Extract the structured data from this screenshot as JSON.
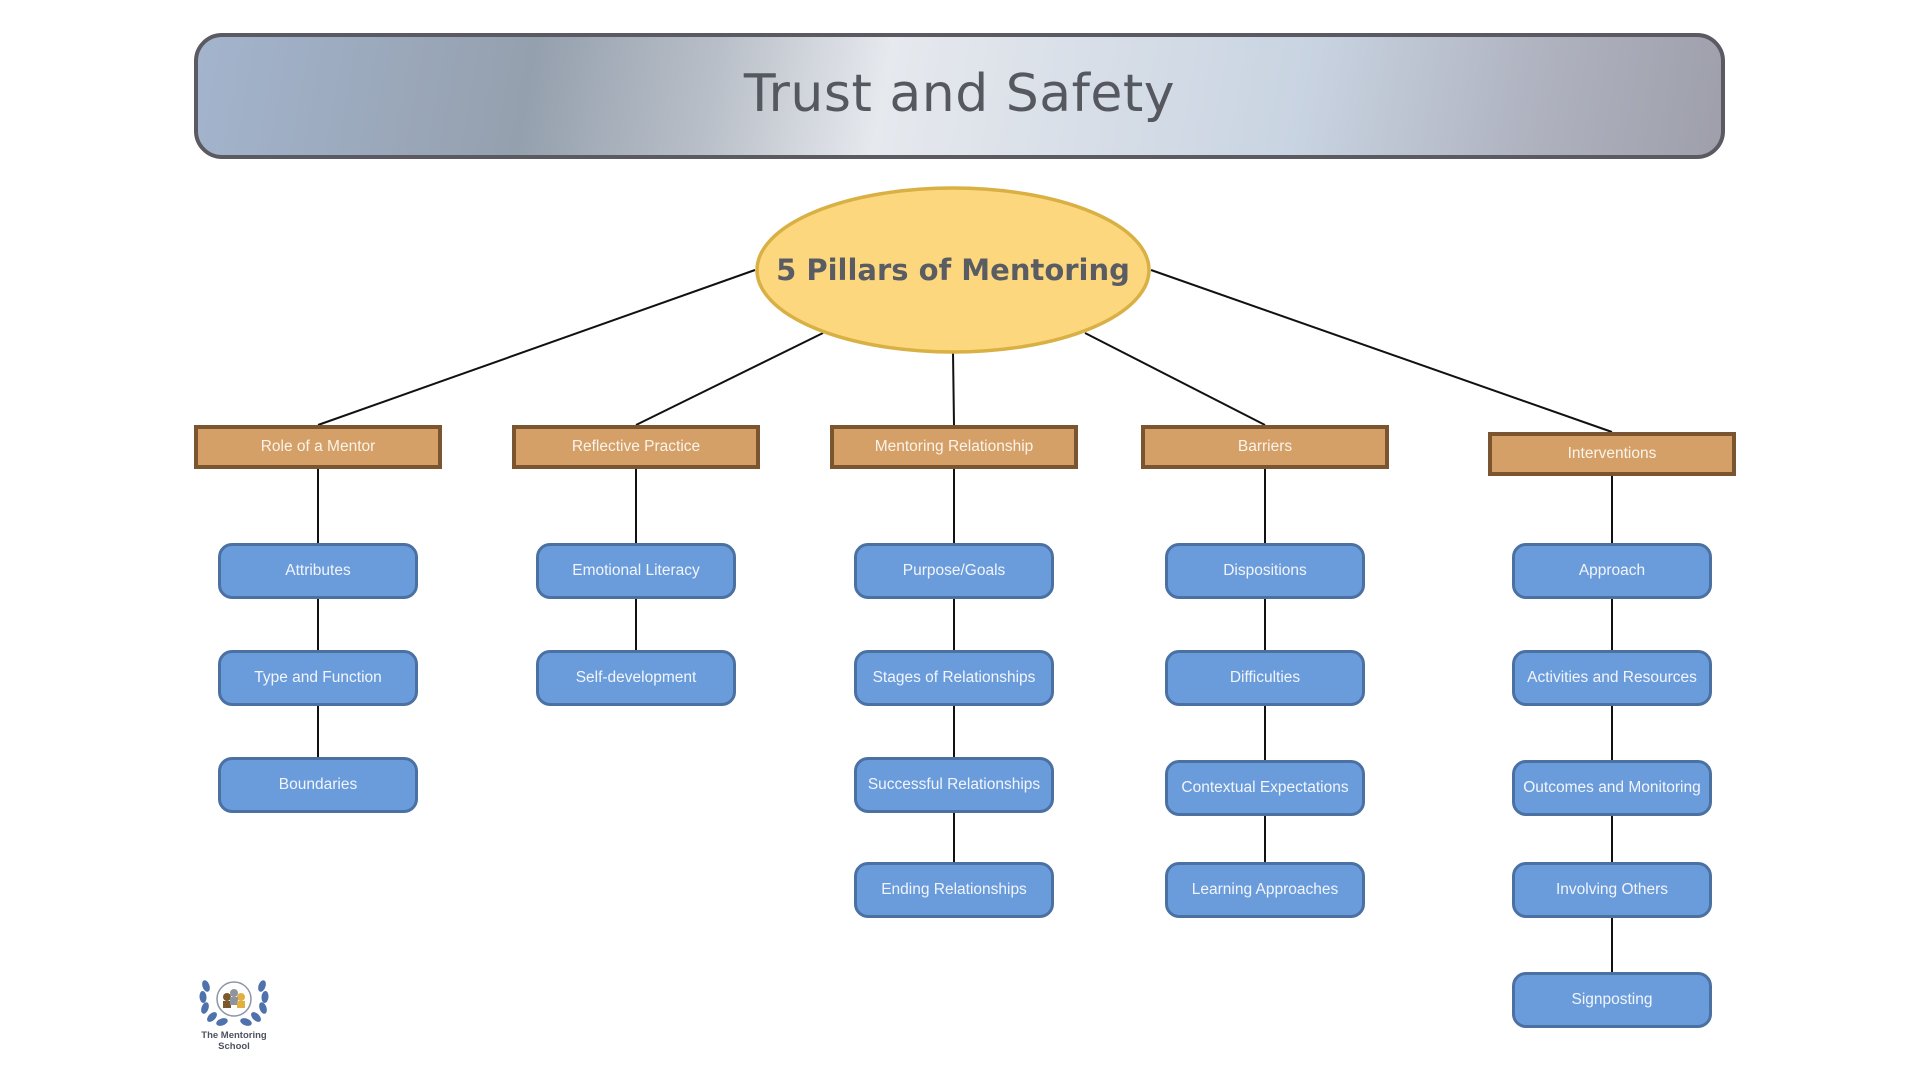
{
  "header": {
    "title": "Trust and Safety"
  },
  "colors": {
    "root_fill": "#fdd77e",
    "root_stroke": "#d9b043",
    "pillar_fill": "#d4a067",
    "pillar_border": "#7a5530",
    "topic_fill": "#6a9cdc",
    "topic_border": "#4b71a3",
    "connector": "#111111"
  },
  "root": {
    "label": "5 Pillars of Mentoring"
  },
  "pillars": [
    {
      "label": "Role of a Mentor",
      "topics": [
        "Attributes",
        "Type and Function",
        "Boundaries"
      ]
    },
    {
      "label": "Reflective Practice",
      "topics": [
        "Emotional Literacy",
        "Self-development"
      ]
    },
    {
      "label": "Mentoring Relationship",
      "topics": [
        "Purpose/Goals",
        "Stages of Relationships",
        "Successful Relationships",
        "Ending Relationships"
      ]
    },
    {
      "label": "Barriers",
      "topics": [
        "Dispositions",
        "Difficulties",
        "Contextual Expectations",
        "Learning Approaches"
      ]
    },
    {
      "label": "Interventions",
      "topics": [
        "Approach",
        "Activities and Resources",
        "Outcomes and Monitoring",
        "Involving Others",
        "Signposting"
      ]
    }
  ],
  "logo": {
    "icon": "laurel-wreath-logo-icon",
    "line1": "The Mentoring",
    "line2": "School"
  }
}
